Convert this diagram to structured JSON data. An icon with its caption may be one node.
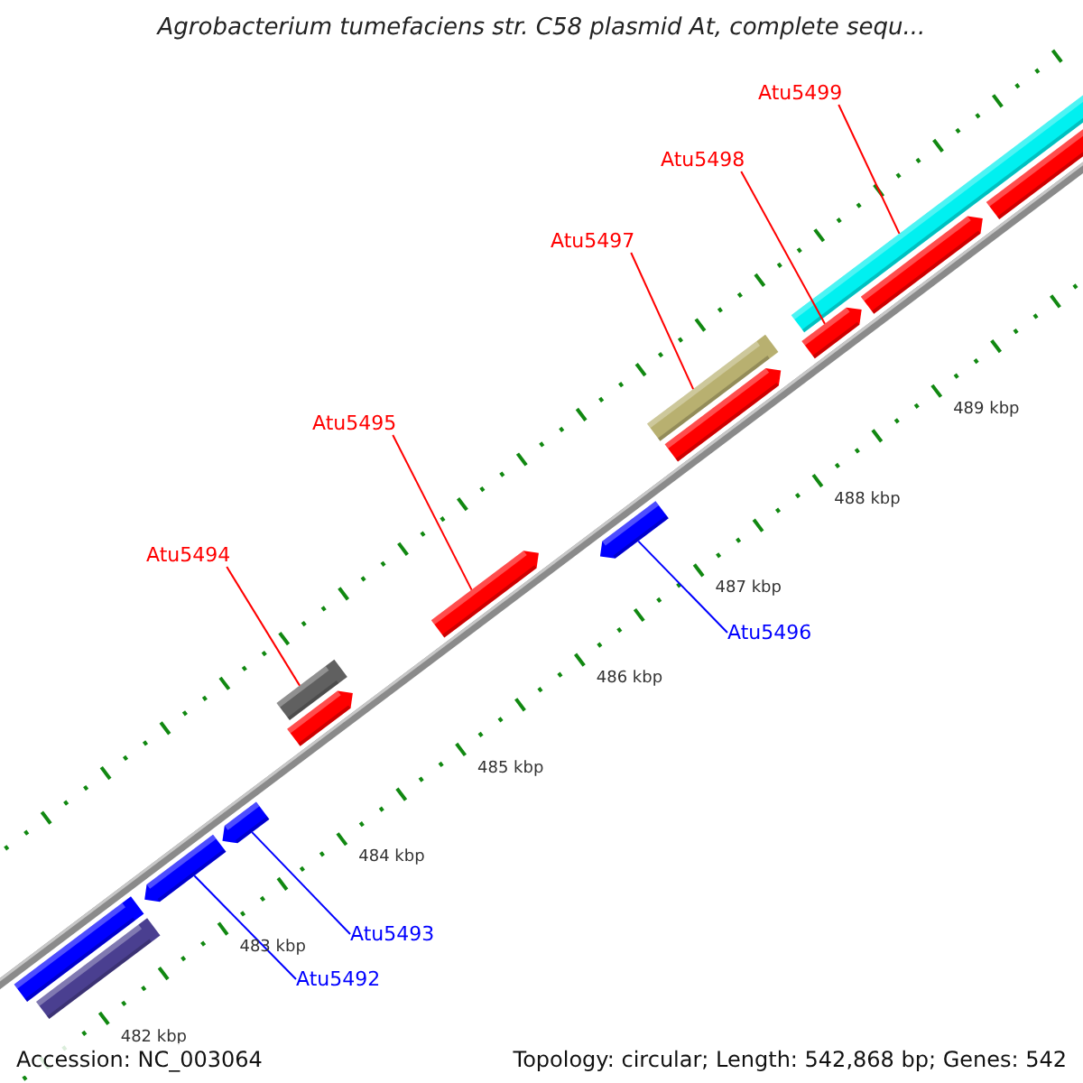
{
  "diagram": {
    "title": "Agrobacterium tumefaciens str. C58 plasmid At, complete sequ...",
    "nodes": [
      {
        "text": [
          "Atu5499"
        ]
      },
      {
        "text": [
          "Atu5498"
        ]
      },
      {
        "text": [
          "Atu5497"
        ]
      },
      {
        "text": [
          "Atu5495"
        ]
      },
      {
        "text": [
          "Atu5494"
        ]
      },
      {
        "text": [
          "Atu5496"
        ]
      },
      {
        "text": [
          "Atu5493"
        ]
      },
      {
        "text": [
          "Atu5492"
        ]
      },
      {
        "text": [],
        "shape": "bar"
      },
      {
        "text": [],
        "shape": "pentagon"
      },
      {
        "text": [],
        "shape": "pentagon"
      },
      {
        "text": [],
        "shape": "pentagon"
      },
      {
        "text": [],
        "shape": "bar"
      },
      {
        "text": [],
        "shape": "pentagon"
      },
      {
        "text": [],
        "shape": "pentagon"
      },
      {
        "text": [],
        "shape": "pentagon"
      },
      {
        "text": [],
        "shape": "bar"
      },
      {
        "text": [],
        "shape": "pentagon"
      },
      {
        "text": [],
        "shape": "pentagon"
      },
      {
        "text": [],
        "shape": "pentagon"
      },
      {
        "text": [],
        "shape": "bar"
      },
      {
        "text": [],
        "shape": "bar"
      }
    ],
    "edges": [
      {
        "from": 0,
        "to": 8,
        "arrow": "none",
        "color": "#ff0000"
      },
      {
        "from": 1,
        "to": 9,
        "arrow": "none",
        "color": "#ff0000"
      },
      {
        "from": 2,
        "to": 12,
        "arrow": "none",
        "color": "#ff0000"
      },
      {
        "from": 3,
        "to": 14,
        "arrow": "none",
        "color": "#ff0000"
      },
      {
        "from": 4,
        "to": 16,
        "arrow": "none",
        "color": "#ff0000"
      },
      {
        "from": 5,
        "to": 15,
        "arrow": "none",
        "color": "#0000ff"
      },
      {
        "from": 6,
        "to": 18,
        "arrow": "none",
        "color": "#0000ff"
      },
      {
        "from": 7,
        "to": 19,
        "arrow": "none",
        "color": "#0000ff"
      }
    ],
    "labels": [
      "489 kbp",
      "488 kbp",
      "487 kbp",
      "486 kbp",
      "485 kbp",
      "484 kbp",
      "483 kbp",
      "482 kbp",
      "Accession: NC_003064",
      "Topology: circular; Length: 542,868 bp; Genes: 542"
    ]
  }
}
